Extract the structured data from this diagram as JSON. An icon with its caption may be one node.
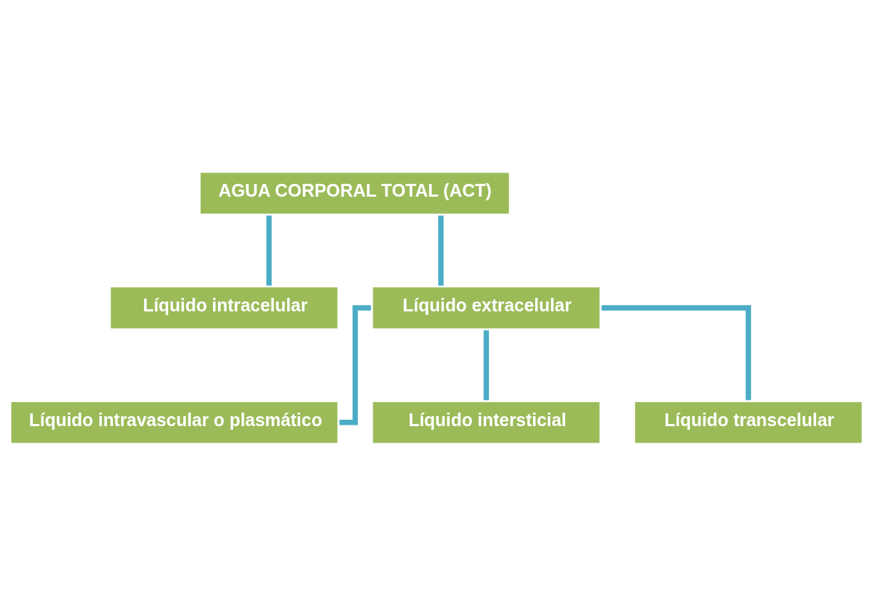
{
  "diagram": {
    "nodes": [
      {
        "text": [
          "AGUA CORPORAL TOTAL (ACT)"
        ]
      },
      {
        "text": [
          "Líquido intracelular"
        ]
      },
      {
        "text": [
          "Líquido extracelular"
        ]
      },
      {
        "text": [
          "Líquido intravascular o plasmático"
        ]
      },
      {
        "text": [
          "Líquido intersticial"
        ]
      },
      {
        "text": [
          "Líquido transcelular"
        ]
      }
    ],
    "edges": [
      {
        "from": 0,
        "to": 1,
        "arrow": "none"
      },
      {
        "from": 0,
        "to": 2,
        "arrow": "none"
      },
      {
        "from": 2,
        "to": 3,
        "arrow": "none"
      },
      {
        "from": 2,
        "to": 4,
        "arrow": "none"
      },
      {
        "from": 2,
        "to": 5,
        "arrow": "none"
      }
    ]
  }
}
